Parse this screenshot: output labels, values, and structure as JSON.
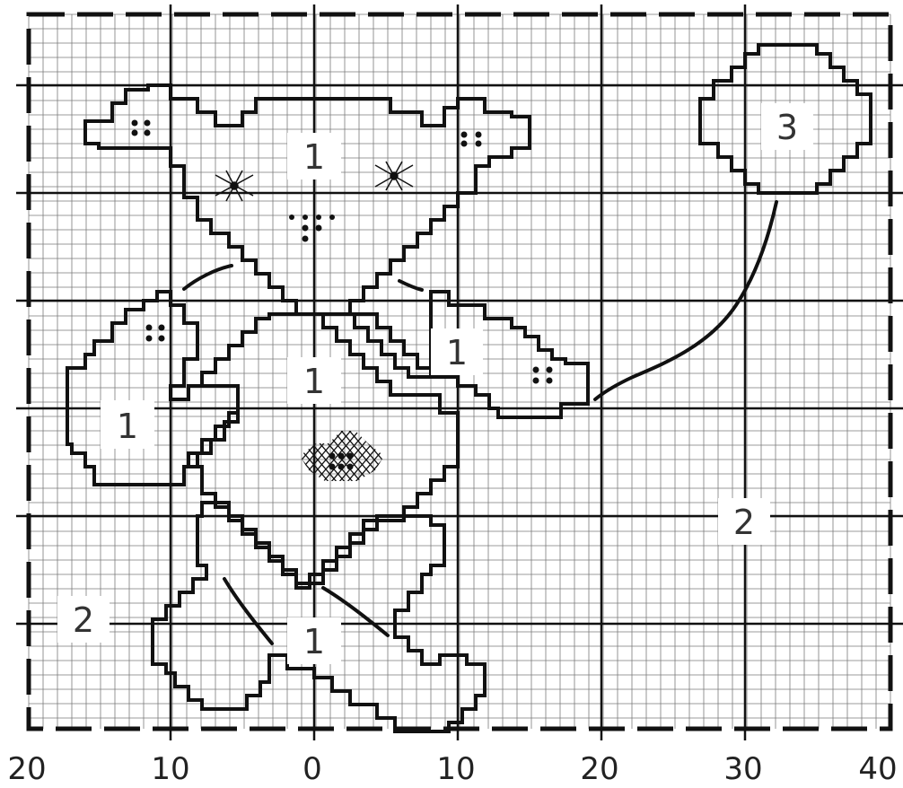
{
  "pattern": {
    "x_axis_labels": [
      "20",
      "10",
      "0",
      "10",
      "20",
      "30",
      "40"
    ],
    "region_labels": [
      {
        "id": "head",
        "text": "1"
      },
      {
        "id": "balloon",
        "text": "3"
      },
      {
        "id": "right-arm",
        "text": "1"
      },
      {
        "id": "body",
        "text": "1"
      },
      {
        "id": "left-arm",
        "text": "1"
      },
      {
        "id": "background-right",
        "text": "2"
      },
      {
        "id": "background-left",
        "text": "2"
      },
      {
        "id": "legs",
        "text": "1"
      }
    ],
    "grid": {
      "columns": 60,
      "rows": 48,
      "major_every": 10
    },
    "colors": {
      "grid_minor": "#7a7a7a",
      "grid_major": "#111111",
      "outline": "#111111",
      "dots": "#111111"
    }
  }
}
